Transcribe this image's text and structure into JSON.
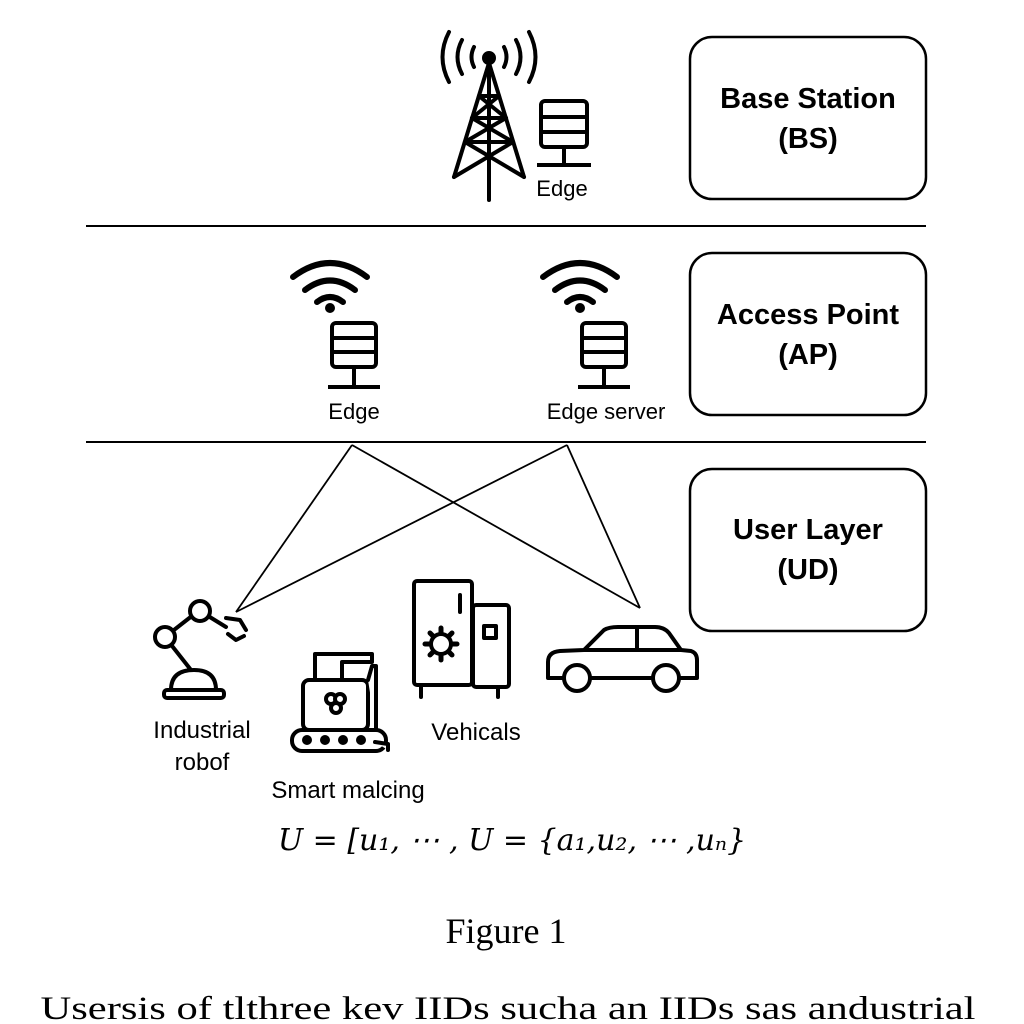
{
  "layers": {
    "bs": {
      "title": "Base Station",
      "abbr": "(BS)"
    },
    "ap": {
      "title": "Access Point",
      "abbr": "(AP)"
    },
    "ud": {
      "title": "User Layer",
      "abbr": "(UD)"
    }
  },
  "bs_layer": {
    "edge_label": "Edge"
  },
  "ap_layer": {
    "left_label": "Edge",
    "right_label": "Edge server"
  },
  "devices": {
    "robot_line1": "Industrial",
    "robot_line2": "robof",
    "machine": "Smart malcing",
    "vehicles": "Vehicals"
  },
  "formula": "U = [u₁, ⋯ , U = {a₁,u₂, ⋯ ,uₙ}",
  "figure_title": "Figure 1",
  "caption": "Usersis of tlthree kev IIDs sucha an IIDs sas andustrial"
}
